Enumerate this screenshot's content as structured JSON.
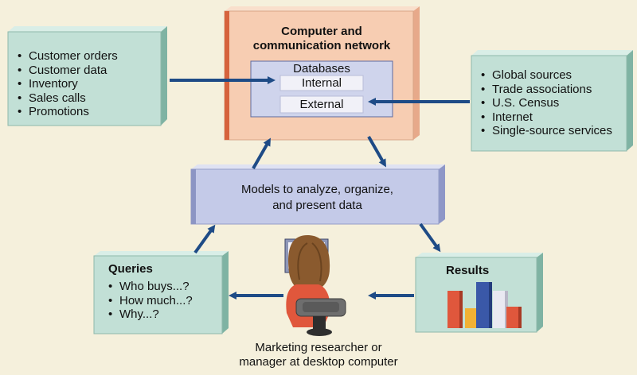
{
  "network": {
    "title_line1": "Computer and",
    "title_line2": "communication network",
    "databases_label": "Databases",
    "internal_label": "Internal",
    "external_label": "External"
  },
  "internal_sources": {
    "items": [
      "Customer orders",
      "Customer data",
      "Inventory",
      "Sales calls",
      "Promotions"
    ]
  },
  "external_sources": {
    "items": [
      "Global sources",
      "Trade associations",
      "U.S. Census",
      "Internet",
      "Single-source services"
    ]
  },
  "models": {
    "line1": "Models to analyze, organize,",
    "line2": "and present data"
  },
  "queries": {
    "title": "Queries",
    "items": [
      "Who buys...?",
      "How much...?",
      "Why...?"
    ]
  },
  "results": {
    "title": "Results",
    "bar_colors": [
      "#e0573c",
      "#f2b134",
      "#3a58a8",
      "#e9e9f2",
      "#e0573c"
    ]
  },
  "researcher": {
    "caption_line1": "Marketing researcher or",
    "caption_line2": "manager at desktop computer"
  },
  "colors": {
    "background": "#f5f0dc",
    "network_box": "#f7cdb2",
    "database_panel": "#cfd4ec",
    "source_box": "#c2e0d6",
    "models_box": "#c4cae8",
    "arrow": "#1e4b86"
  }
}
